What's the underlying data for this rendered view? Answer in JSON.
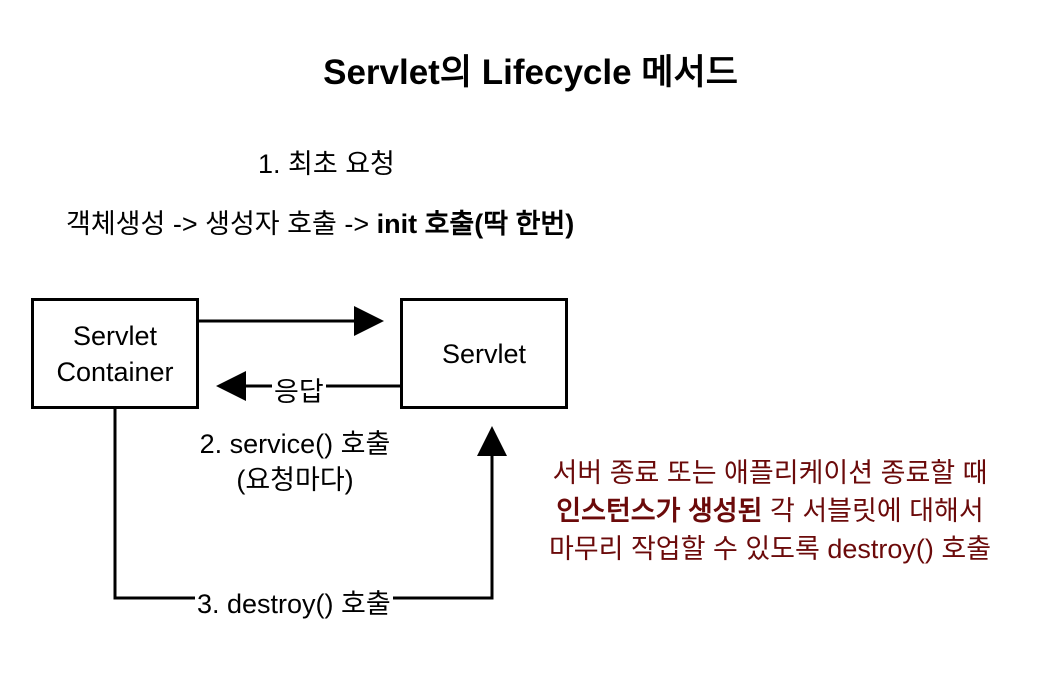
{
  "title": "Servlet의 Lifecycle 메서드",
  "step1": "1. 최초 요청",
  "init_line": {
    "prefix": "객체생성 -> 생성자 호출 -> ",
    "bold": "init 호출(딱 한번)"
  },
  "nodes": {
    "container": {
      "line1": "Servlet",
      "line2": "Container"
    },
    "servlet": {
      "label": "Servlet"
    }
  },
  "edges": {
    "response": "응답",
    "service_line1": "2. service() 호출",
    "service_line2": "(요청마다)",
    "destroy": "3. destroy() 호출"
  },
  "note": {
    "line1": "서버 종료 또는 애플리케이션 종료할 때",
    "line2_bold": "인스턴스가 생성된",
    "line2_rest": " 각 서블릿에 대해서",
    "line3": "마무리 작업할 수 있도록 destroy() 호출"
  },
  "colors": {
    "line": "#000000",
    "note_text": "#6b0a0a",
    "background": "#ffffff"
  }
}
